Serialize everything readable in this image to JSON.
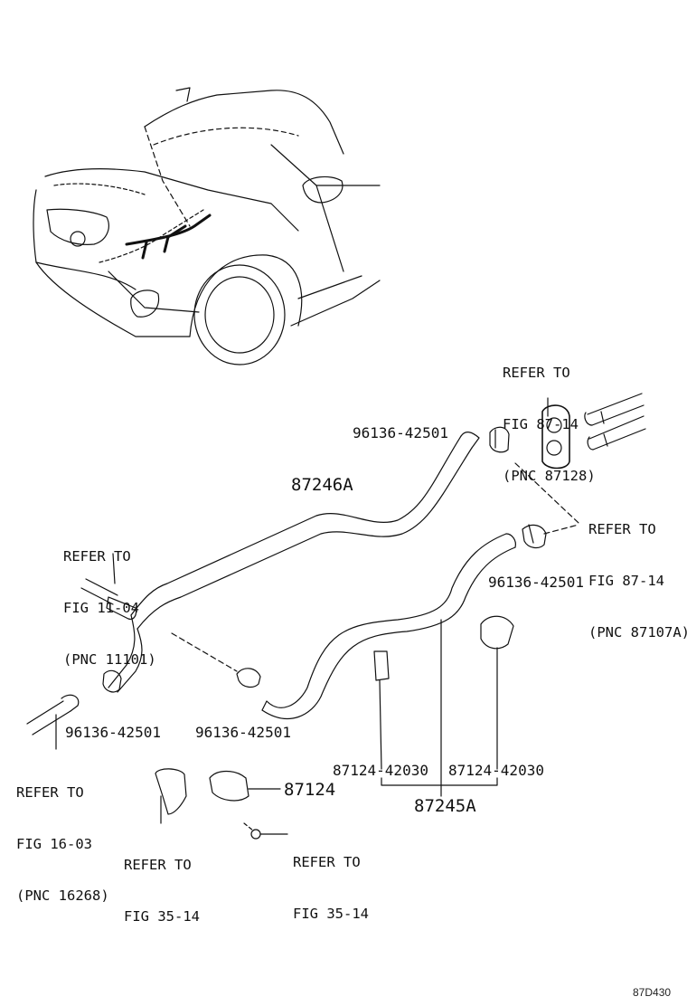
{
  "figure_id": "87D430",
  "callouts": {
    "refer_87128": {
      "l1": "REFER TO",
      "l2": "FIG 87-14",
      "l3": "(PNC 87128)"
    },
    "refer_87107a": {
      "l1": "REFER TO",
      "l2": "FIG 87-14",
      "l3": "(PNC 87107A)"
    },
    "refer_11101": {
      "l1": "REFER TO",
      "l2": "FIG 11-04",
      "l3": "(PNC 11101)"
    },
    "refer_16268": {
      "l1": "REFER TO",
      "l2": "FIG 16-03",
      "l3": "(PNC 16268)"
    },
    "refer_35_14_left": {
      "l1": "REFER TO",
      "l2": "FIG 35-14"
    },
    "refer_35_14_right": {
      "l1": "REFER TO",
      "l2": "FIG 35-14"
    }
  },
  "parts": {
    "clamp_top": "96136-42501",
    "clamp_right": "96136-42501",
    "clamp_left": "96136-42501",
    "clamp_mid": "96136-42501",
    "hose_upper": "87246A",
    "hose_lower": "87245A",
    "clip_left": "87124-42030",
    "clip_right": "87124-42030",
    "bracket": "87124"
  }
}
